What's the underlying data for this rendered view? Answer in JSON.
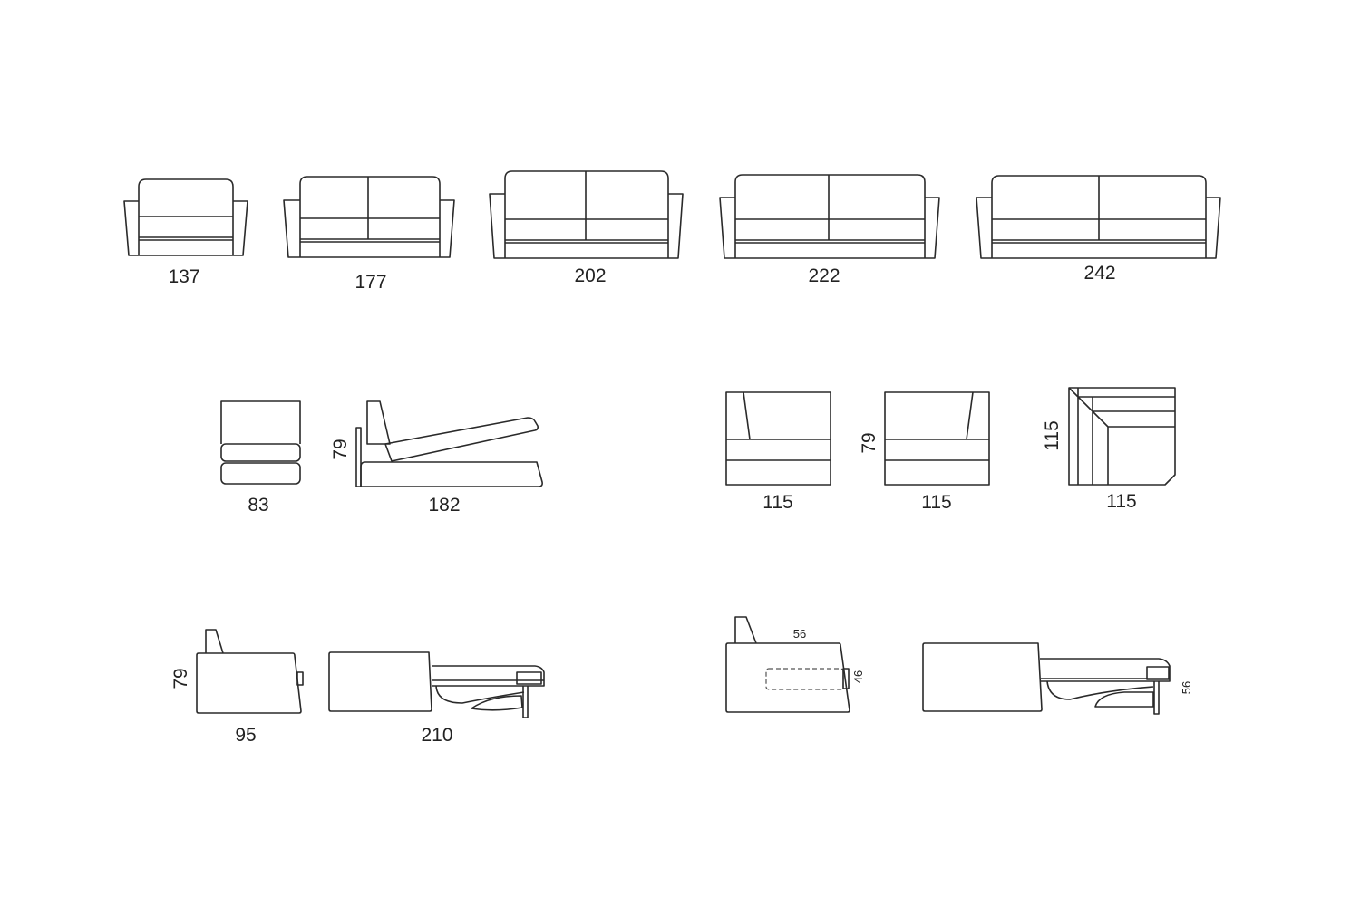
{
  "front_views": [
    {
      "name": "sofa-137",
      "width_label": "137"
    },
    {
      "name": "sofa-177",
      "width_label": "177"
    },
    {
      "name": "sofa-202",
      "width_label": "202"
    },
    {
      "name": "sofa-222",
      "width_label": "222"
    },
    {
      "name": "sofa-242",
      "width_label": "242"
    }
  ],
  "middle_row": {
    "chair_front_width": "83",
    "recliner_height": "79",
    "recliner_length": "182",
    "arm_unit_left_width": "115",
    "arm_unit_right_height": "79",
    "arm_unit_right_width": "115",
    "corner_depth": "115",
    "corner_width": "115"
  },
  "bottom_row": {
    "side_height": "79",
    "side_depth": "95",
    "bed_open_length": "210",
    "bed_mechanism_top": "56",
    "bed_mechanism_height": "46",
    "bed_open_height": "56"
  }
}
